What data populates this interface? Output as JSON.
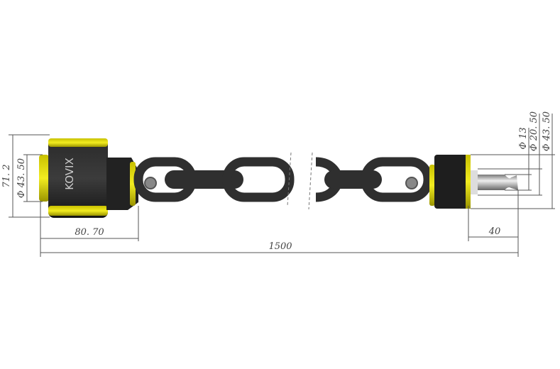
{
  "drawing": {
    "brand_logo": "KOVIX",
    "dimensions": {
      "height_lock": "71. 2",
      "diameter_left": "Φ 43. 50",
      "length_lock": "80. 70",
      "total_length": "1500",
      "pin_length": "40",
      "pin_diameter": "Φ 13",
      "collar_diameter": "Φ 20. 50",
      "cap_diameter": "Φ 43. 50"
    },
    "colors": {
      "accent_yellow": "#e6e000",
      "body_black": "#1c1c1c",
      "chain_gray": "#3a3a3a"
    }
  }
}
